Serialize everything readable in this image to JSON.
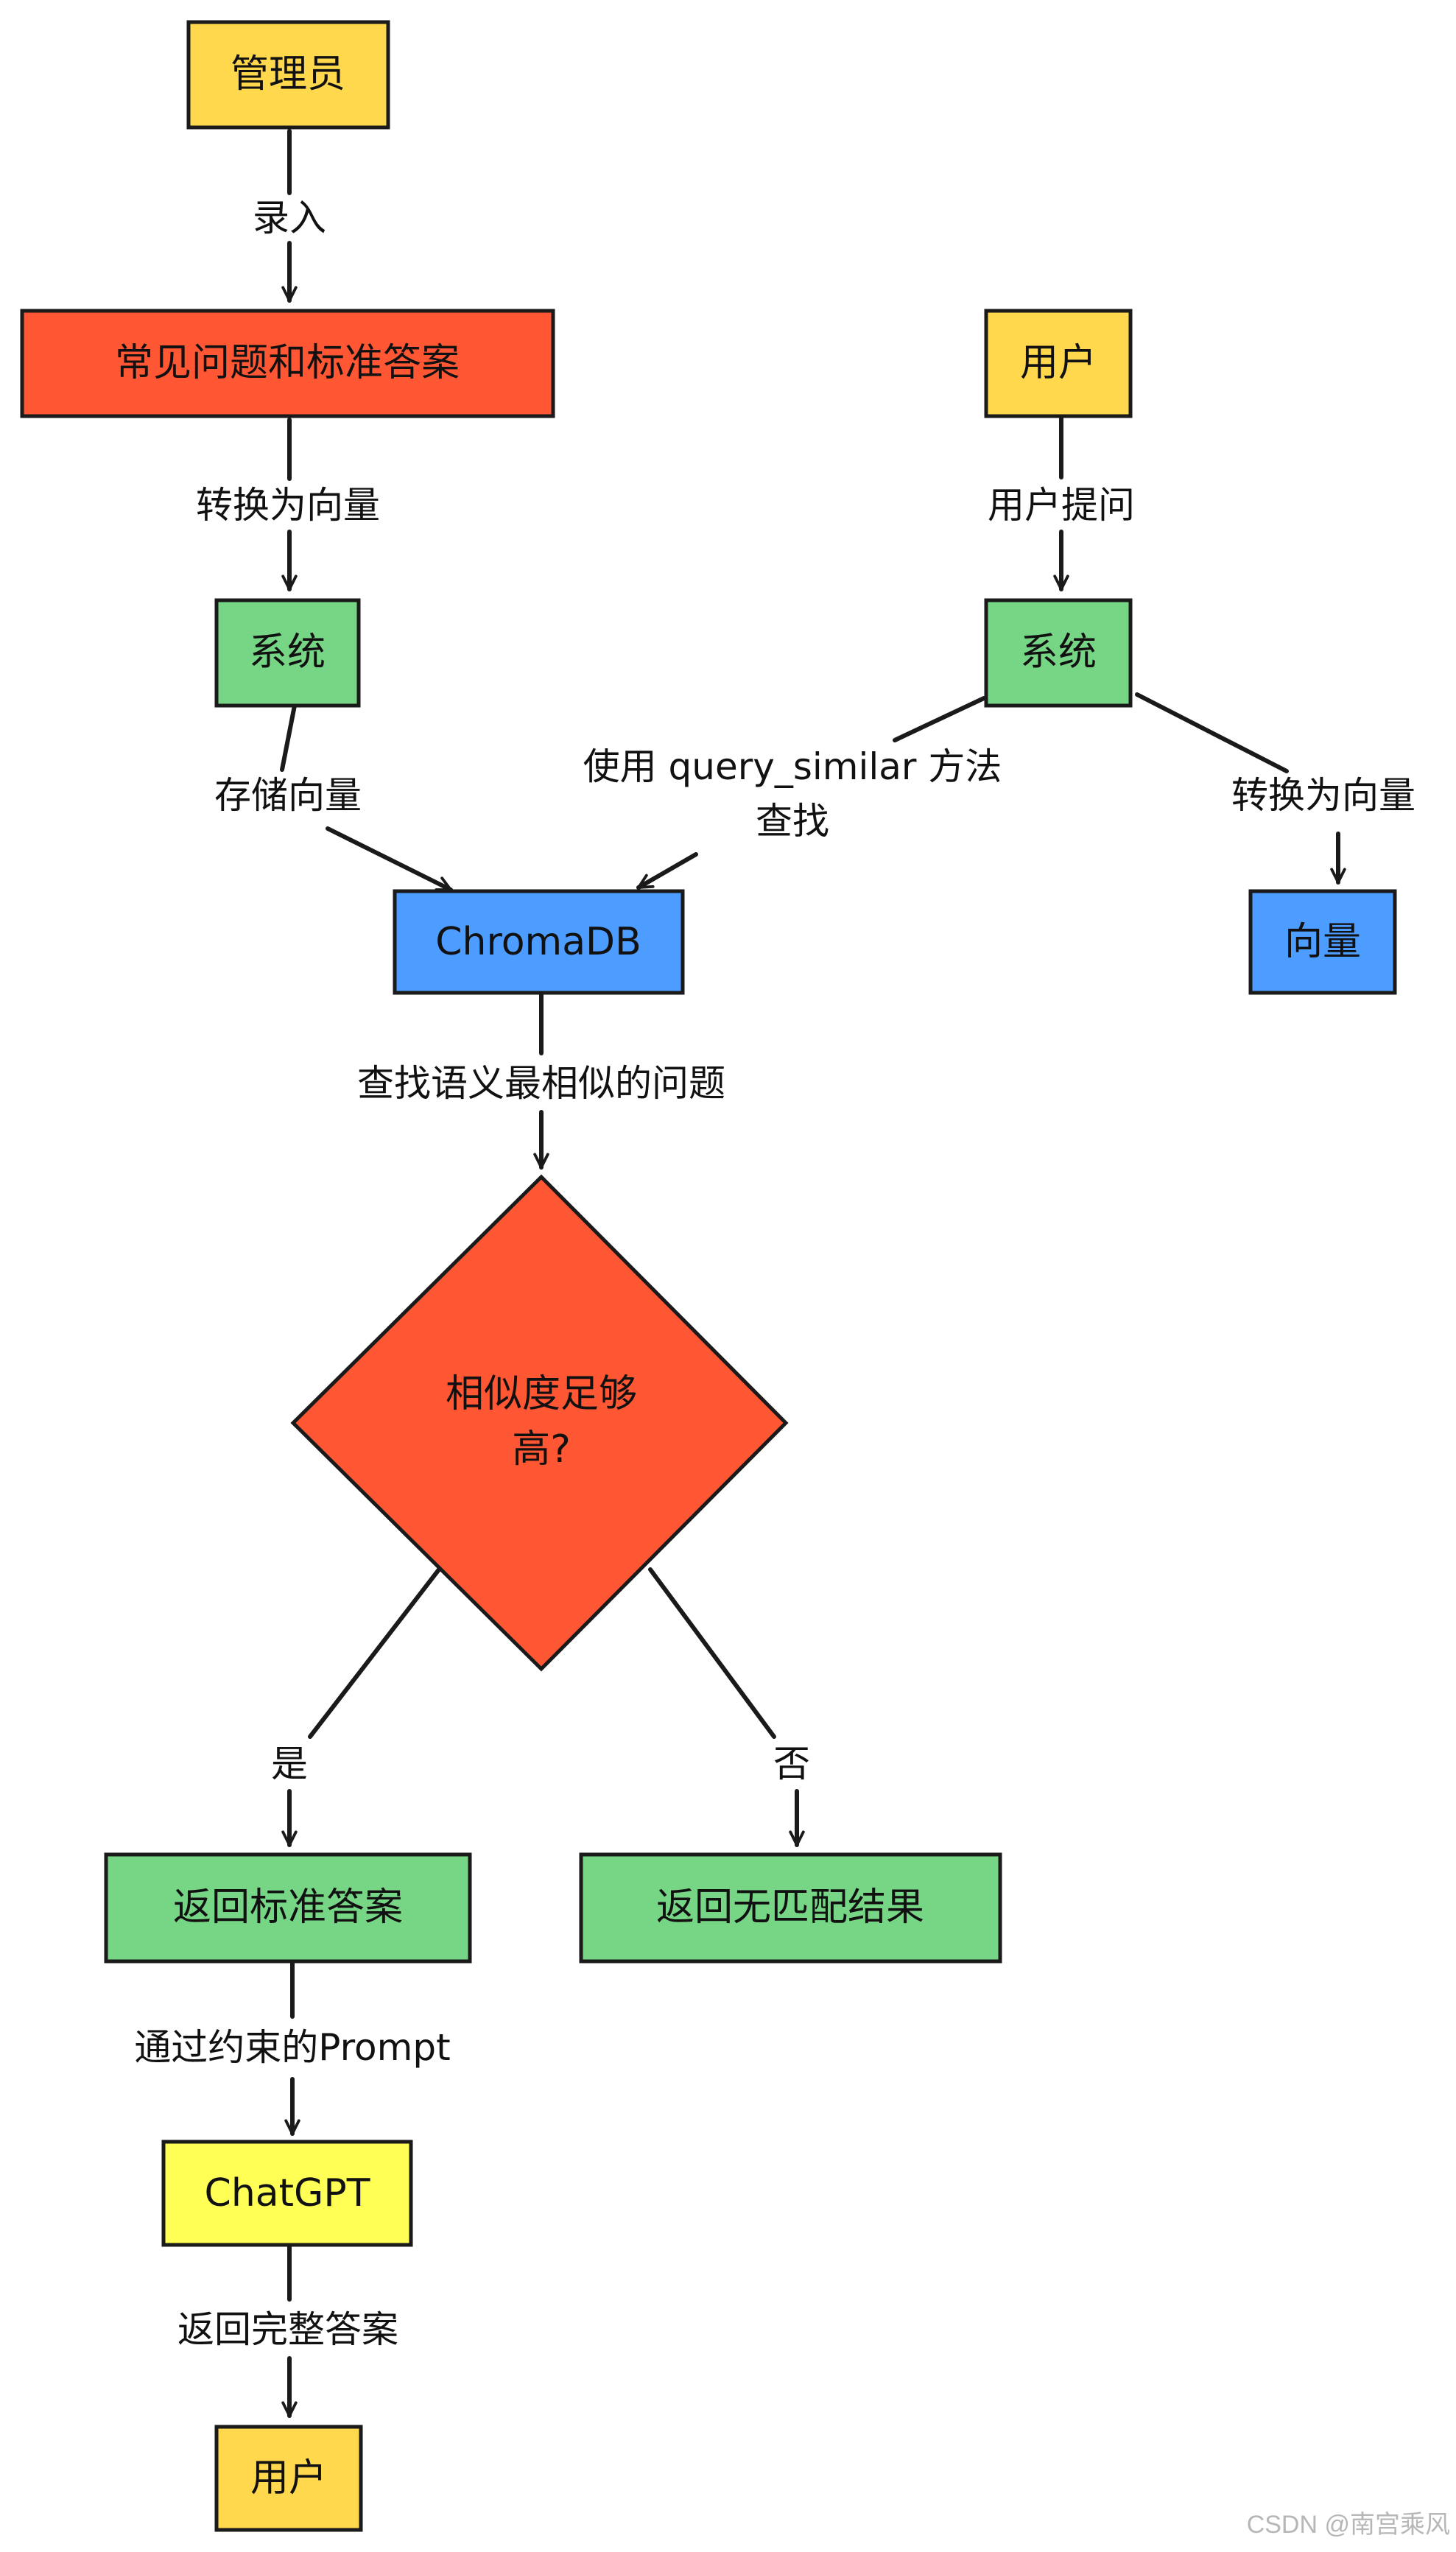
{
  "colors": {
    "yellow": "#ffd84d",
    "red": "#ff5733",
    "green": "#77d686",
    "blue": "#4d9cff",
    "bright_yellow": "#ffff55",
    "stroke": "#1a1a1a"
  },
  "nodes": {
    "admin": "管理员",
    "faq": "常见问题和标准答案",
    "system_left": "系统",
    "user_top": "用户",
    "system_right": "系统",
    "chromadb": "ChromaDB",
    "vector": "向量",
    "decision_line1": "相似度足够",
    "decision_line2": "高?",
    "return_answer": "返回标准答案",
    "no_match": "返回无匹配结果",
    "chatgpt": "ChatGPT",
    "user_bottom": "用户"
  },
  "edges": {
    "enter": "录入",
    "to_vector_left": "转换为向量",
    "user_ask": "用户提问",
    "store_vector": "存储向量",
    "query_line1": "使用 query_similar 方法",
    "query_line2": "查找",
    "to_vector_right": "转换为向量",
    "find_similar": "查找语义最相似的问题",
    "yes": "是",
    "no": "否",
    "via_prompt": "通过约束的Prompt",
    "return_full": "返回完整答案"
  },
  "watermark": "CSDN @南宫乘风"
}
